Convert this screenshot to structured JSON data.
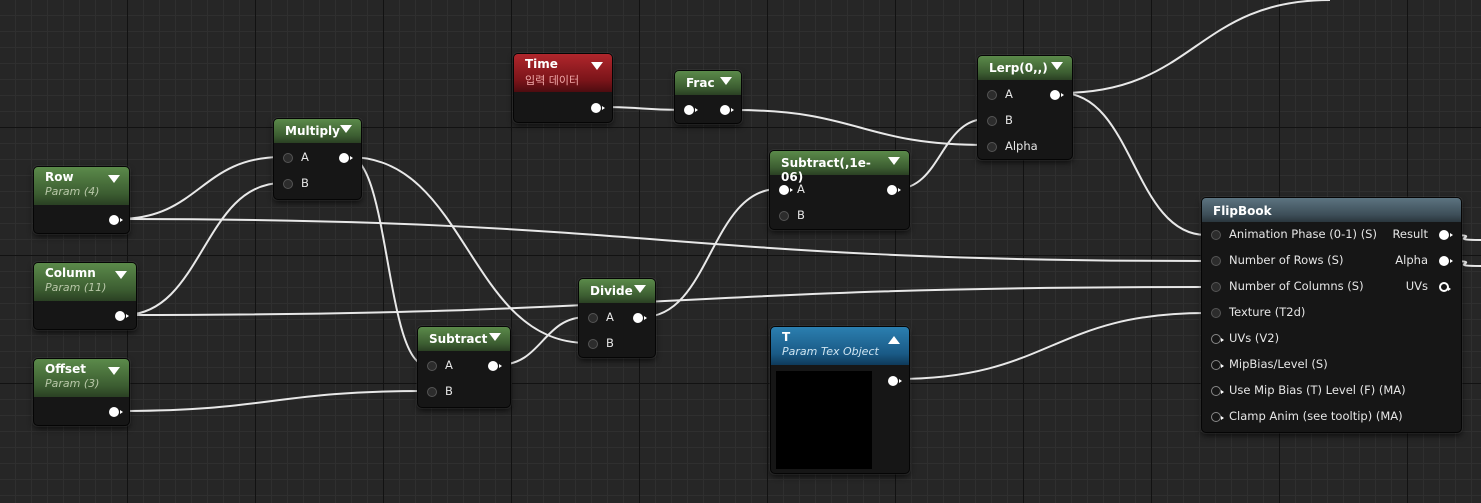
{
  "graph": {
    "nodes": {
      "row": {
        "title": "Row",
        "subtitle": "Param (4)"
      },
      "column": {
        "title": "Column",
        "subtitle": "Param (11)"
      },
      "offset": {
        "title": "Offset",
        "subtitle": "Param (3)"
      },
      "multiply": {
        "title": "Multiply",
        "pin_a": "A",
        "pin_b": "B"
      },
      "subtract": {
        "title": "Subtract",
        "pin_a": "A",
        "pin_b": "B"
      },
      "divide": {
        "title": "Divide",
        "pin_a": "A",
        "pin_b": "B"
      },
      "time": {
        "title": "Time",
        "subtitle": "입력 데이터"
      },
      "frac": {
        "title": "Frac"
      },
      "subtract2": {
        "title": "Subtract(,1e-06)",
        "pin_a": "A",
        "pin_b": "B"
      },
      "lerp": {
        "title": "Lerp(0,,)",
        "pin_a": "A",
        "pin_b": "B",
        "pin_alpha": "Alpha"
      },
      "texture": {
        "title": "T",
        "subtitle": "Param Tex Object"
      },
      "flipbook": {
        "title": "FlipBook",
        "inputs": [
          "Animation  Phase (0-1) (S)",
          "Number of Rows (S)",
          "Number of Columns (S)",
          "Texture (T2d)",
          "UVs (V2)",
          "MipBias/Level (S)",
          "Use Mip Bias (T) Level (F) (MA)",
          "Clamp Anim (see tooltip) (MA)"
        ],
        "outputs": [
          "Result",
          "Alpha",
          "UVs"
        ]
      }
    },
    "colors": {
      "param_header": "#4f7a40",
      "input_header": "#a01f25",
      "texture_header": "#2277a8",
      "function_header": "#52656f",
      "wire": "#e8e8e8",
      "grid_bg": "#262626"
    }
  }
}
